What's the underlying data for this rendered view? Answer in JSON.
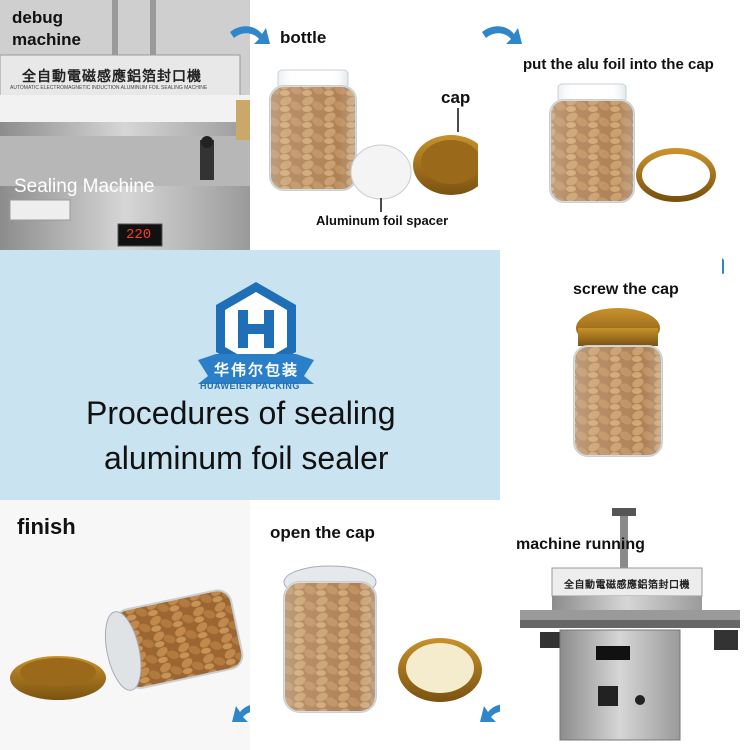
{
  "steps": {
    "debug": {
      "label_line1": "debug",
      "label_line2": "machine",
      "sign_text": "全自動電磁感應鋁箔封口機",
      "sign_sub": "AUTOMATIC ELECTROMAGNETIC INDUCTION ALUMINUM FOIL SEALING MACHINE",
      "overlay_text": "Sealing Machine",
      "display_value": "220"
    },
    "bottle": {
      "label": "bottle",
      "cap_label": "cap",
      "spacer_label": "Aluminum foil spacer"
    },
    "alu_foil": {
      "label": "put the alu foil into the cap"
    },
    "screw": {
      "label": "screw the cap"
    },
    "running": {
      "label": "machine running",
      "sign_text": "全自動電磁感應鋁箔封口機"
    },
    "open": {
      "label": "open the cap"
    },
    "finish": {
      "label": "finish"
    }
  },
  "brand": {
    "chinese_name": "华伟尔包装",
    "english_name": "HUAWEIER PACKING"
  },
  "title": {
    "line1": "Procedures of sealing",
    "line2": "aluminum foil sealer"
  },
  "colors": {
    "arrow_blue": "#2f86c8",
    "panel_blue": "#c9e3f0",
    "cap_gold": "#a8751c",
    "almond": "#b07840"
  }
}
